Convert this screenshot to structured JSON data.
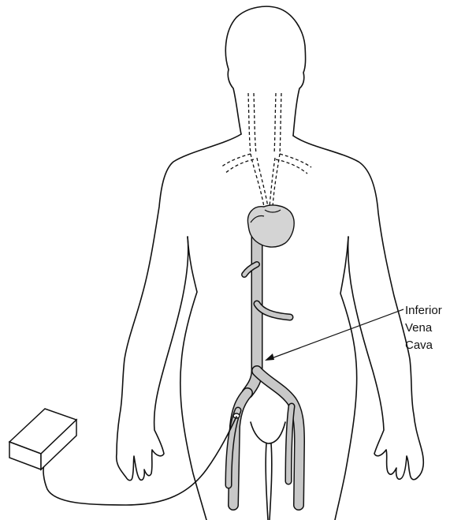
{
  "annotation": {
    "line1": "Inferior",
    "line2": "Vena",
    "line3": "Cava"
  },
  "colors": {
    "outline": "#111111",
    "vessel_fill": "#c8c8c8",
    "heart_fill": "#d4d4d4",
    "background": "#ffffff"
  }
}
